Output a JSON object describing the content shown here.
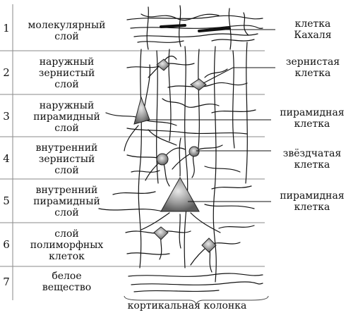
{
  "layers": [
    {
      "num": "1",
      "lines": [
        "молекулярный",
        "слой"
      ]
    },
    {
      "num": "2",
      "lines": [
        "наружный",
        "зернистый",
        "слой"
      ]
    },
    {
      "num": "3",
      "lines": [
        "наружный",
        "пирамидный",
        "слой"
      ]
    },
    {
      "num": "4",
      "lines": [
        "внутренний",
        "зернистый",
        "слой"
      ]
    },
    {
      "num": "5",
      "lines": [
        "внутренний",
        "пирамидный",
        "слой"
      ]
    },
    {
      "num": "6",
      "lines": [
        "слой",
        "полиморфных",
        "клеток"
      ]
    },
    {
      "num": "7",
      "lines": [
        "белое",
        "вещество"
      ]
    }
  ],
  "cells": [
    {
      "lines": [
        "клетка",
        "Кахаля"
      ]
    },
    {
      "lines": [
        "зернистая",
        "клетка"
      ]
    },
    {
      "lines": [
        "пирамидная",
        "клетка"
      ]
    },
    {
      "lines": [
        "звёздчатая",
        "клетка"
      ]
    },
    {
      "lines": [
        "пирамидная",
        "клетка"
      ]
    }
  ],
  "column_label": "кортикальная колонка"
}
